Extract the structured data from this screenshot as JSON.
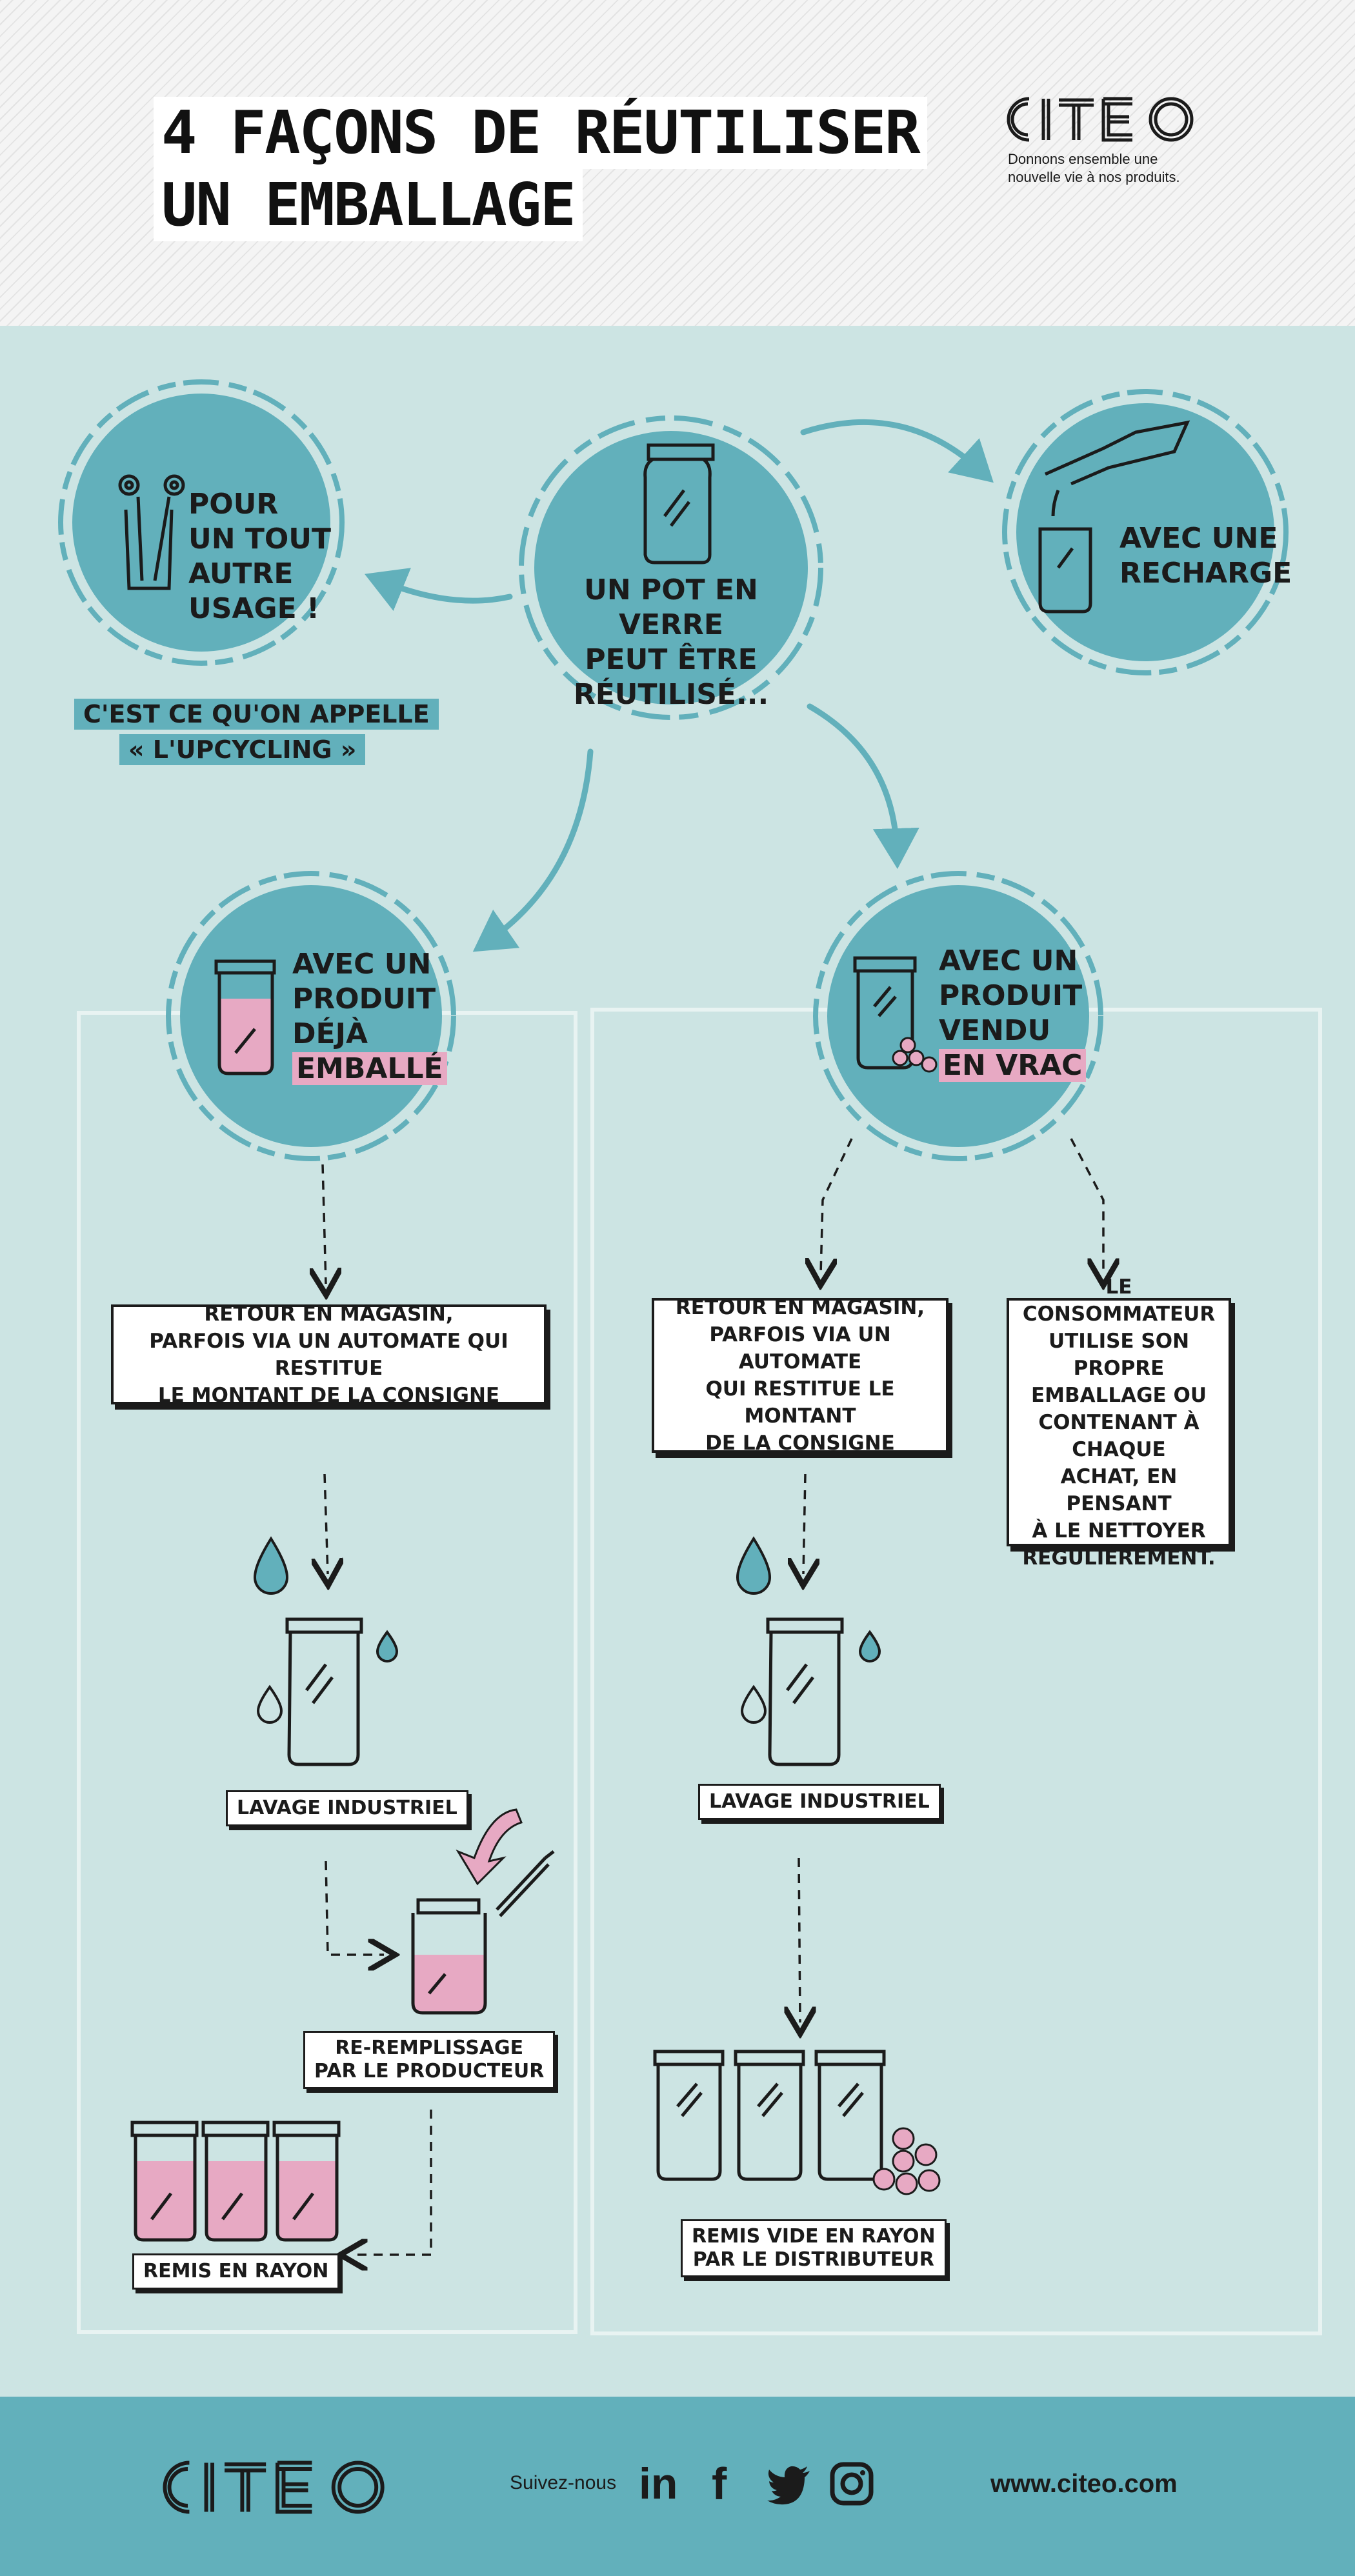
{
  "header": {
    "title_line1": "4 FAÇONS DE RÉUTILISER",
    "title_line2": "UN EMBALLAGE",
    "brand": "CITEO",
    "tagline_line1": "Donnons ensemble une",
    "tagline_line2": "nouvelle vie à nos produits."
  },
  "center": {
    "line1": "UN POT EN VERRE",
    "line2": "PEUT ÊTRE",
    "line3": "RÉUTILISÉ..."
  },
  "upcycle": {
    "line1": "POUR",
    "line2": "UN TOUT",
    "line3": "AUTRE",
    "line4": "USAGE !",
    "tag1": "C'EST CE QU'ON APPELLE",
    "tag2": "« L'UPCYCLING »"
  },
  "refill": {
    "line1": "AVEC UNE",
    "line2": "RECHARGE"
  },
  "packaged": {
    "line1": "AVEC UN",
    "line2": "PRODUIT",
    "line3": "DÉJÀ",
    "line4": "EMBALLÉ",
    "step1_l1": "RETOUR EN MAGASIN,",
    "step1_l2": "PARFOIS  VIA UN AUTOMATE QUI RESTITUE",
    "step1_l3": "LE MONTANT DE LA CONSIGNE",
    "step2": "LAVAGE INDUSTRIEL",
    "step3_l1": "RE-REMPLISSAGE",
    "step3_l2": "PAR LE PRODUCTEUR",
    "step4": "REMIS EN RAYON"
  },
  "bulk": {
    "line1": "AVEC UN",
    "line2": "PRODUIT",
    "line3": "VENDU",
    "line4": "EN VRAC",
    "stepA_l1": "RETOUR EN MAGASIN,",
    "stepA_l2": "PARFOIS  VIA UN AUTOMATE",
    "stepA_l3": "QUI RESTITUE LE MONTANT",
    "stepA_l4": "DE LA CONSIGNE",
    "stepB_l1": "LE CONSOMMATEUR",
    "stepB_l2": "UTILISE SON PROPRE",
    "stepB_l3": "EMBALLAGE OU",
    "stepB_l4": "CONTENANT À CHAQUE",
    "stepB_l5": "ACHAT, EN PENSANT",
    "stepB_l6": "À LE NETTOYER",
    "stepB_l7": "RÉGULIÈREMENT.",
    "wash": "LAVAGE INDUSTRIEL",
    "final_l1": "REMIS VIDE EN RAYON",
    "final_l2": "PAR LE DISTRIBUTEUR"
  },
  "footer": {
    "brand": "CITEO",
    "follow": "Suivez-nous",
    "linkedin": "in",
    "facebook": "f",
    "url": "www.citeo.com"
  },
  "colors": {
    "teal": "#62b0bb",
    "background": "#cce4e3",
    "pink": "#e7a9c3",
    "ink": "#1b1b1b"
  },
  "icons": [
    "flower-glass-icon",
    "jar-icon",
    "refill-pouch-icon",
    "pink-jar-icon",
    "bulk-jar-icon",
    "water-drop-icon",
    "pink-arrow-icon",
    "linkedin-icon",
    "facebook-icon",
    "twitter-icon",
    "instagram-icon"
  ]
}
